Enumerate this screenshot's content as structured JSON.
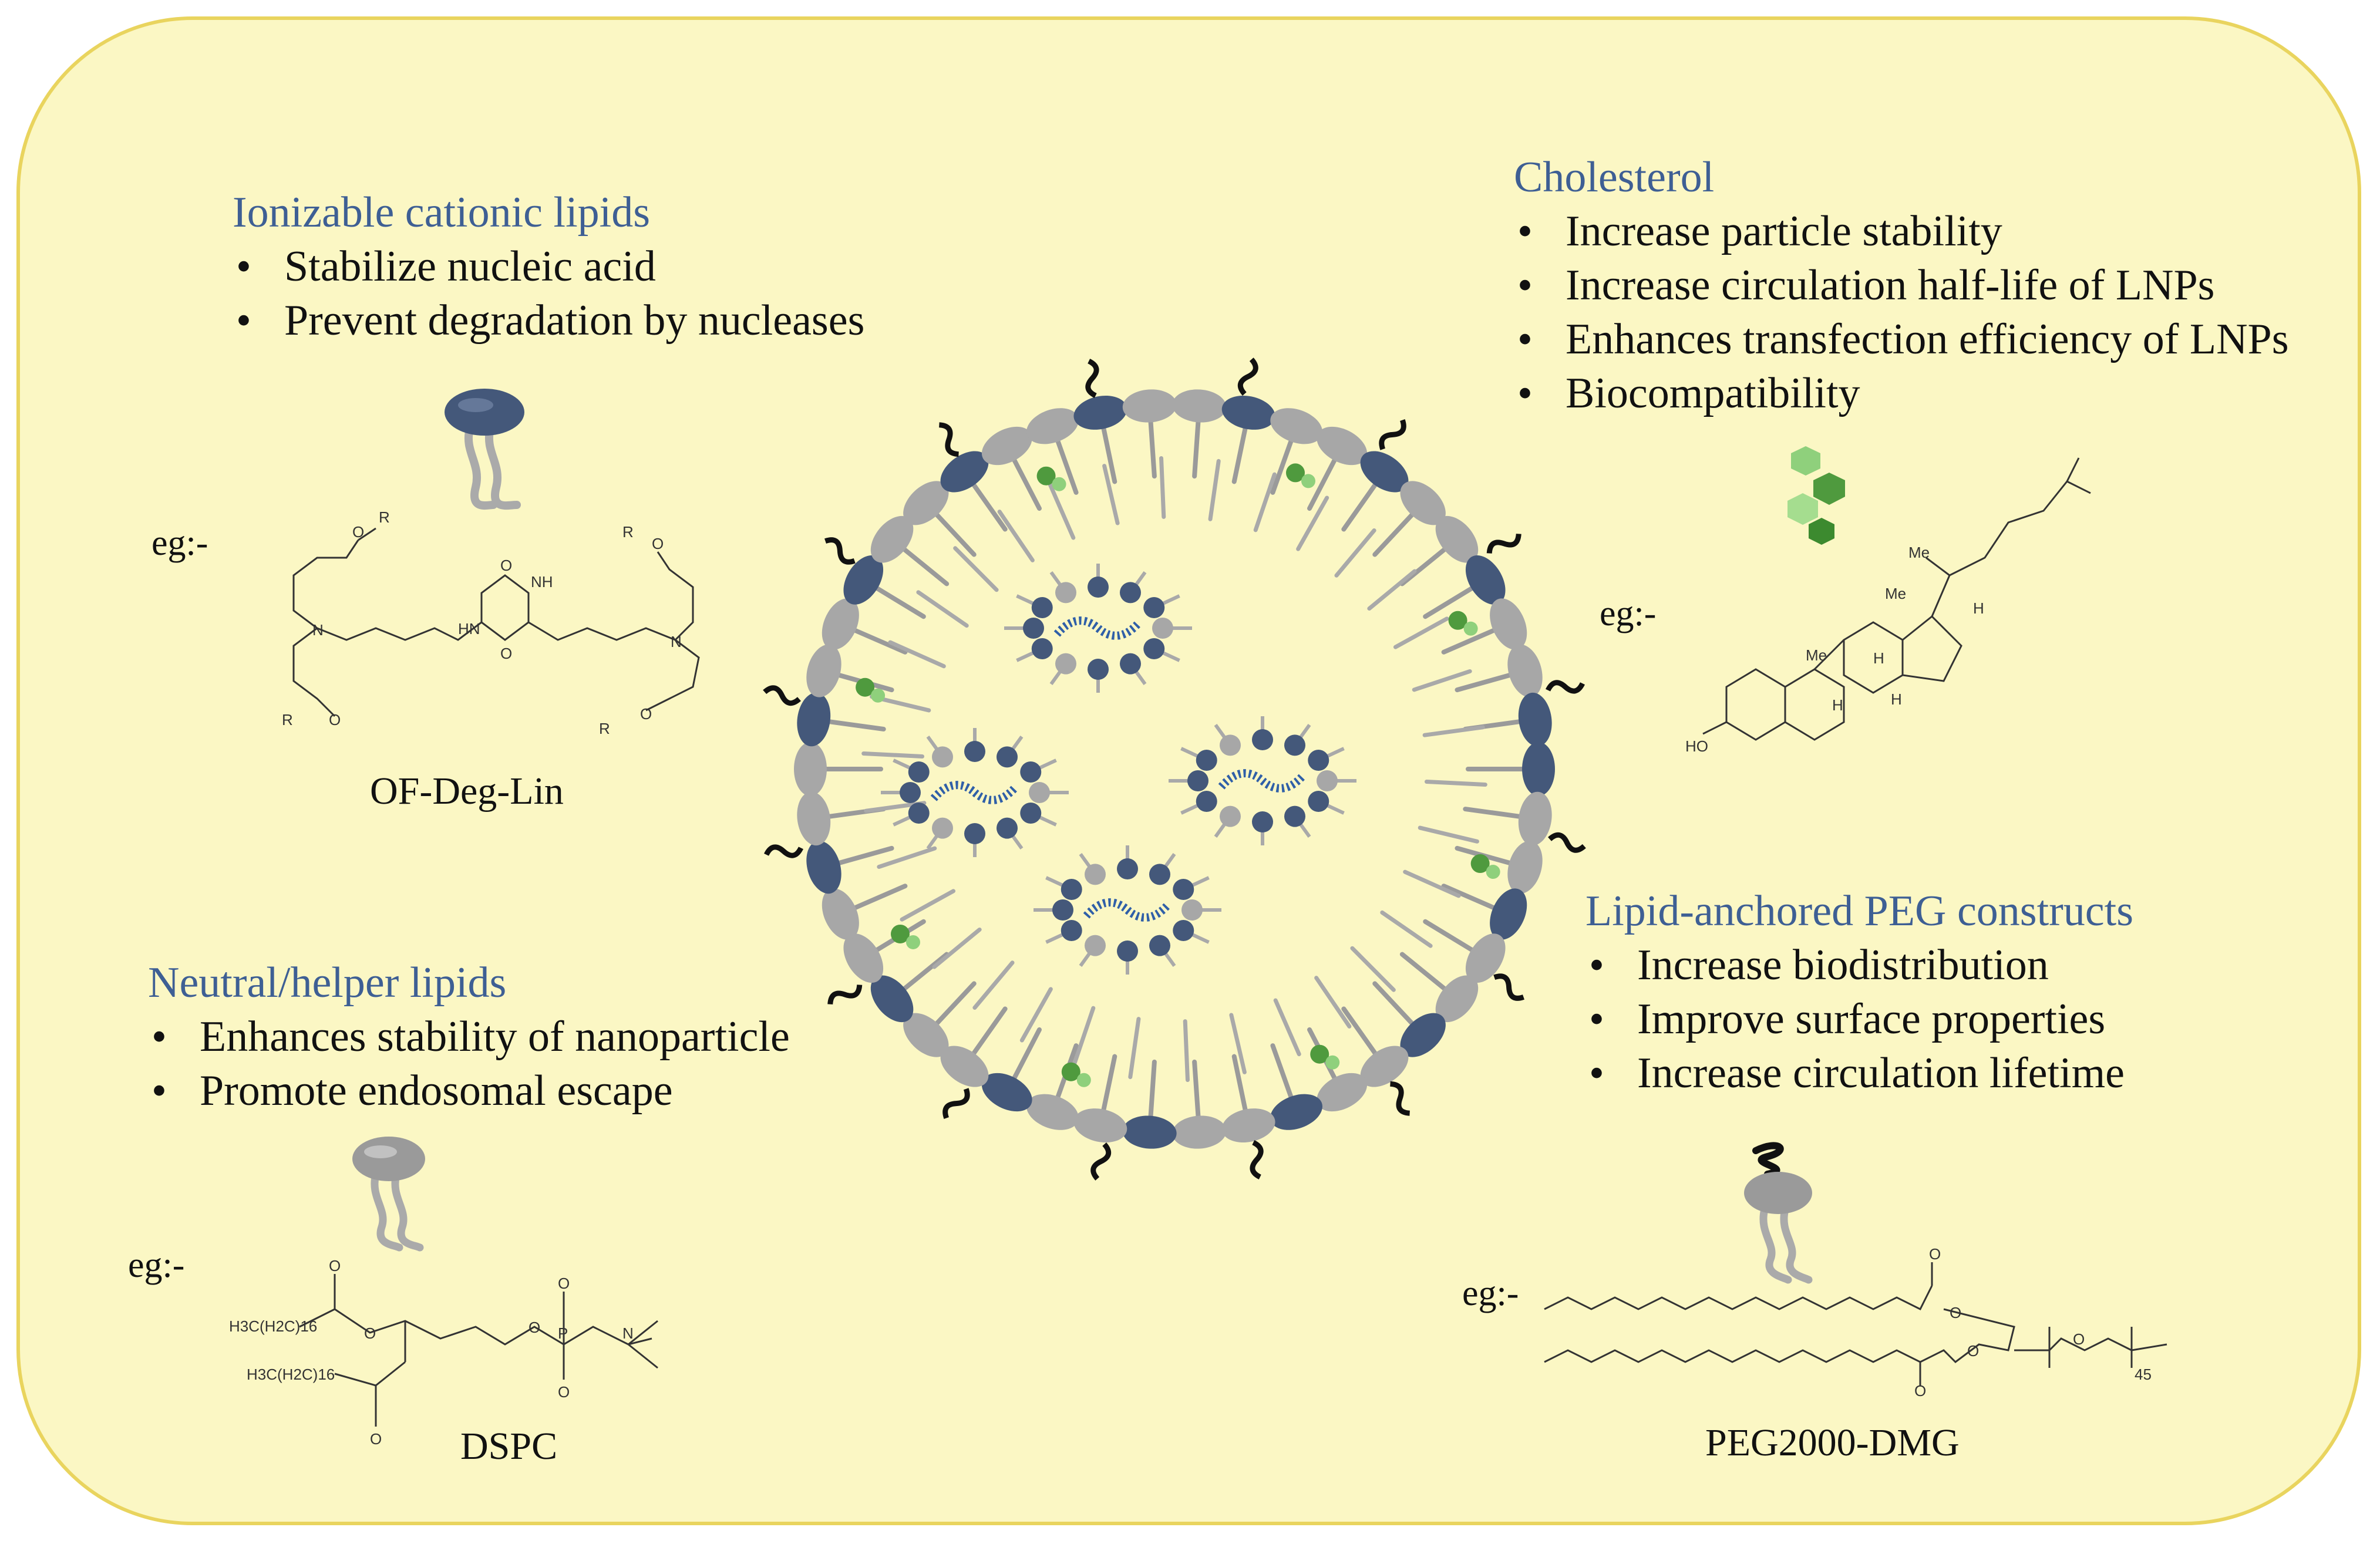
{
  "sections": {
    "ionizable": {
      "title": "Ionizable cationic lipids",
      "bullets": [
        "Stabilize nucleic acid",
        "Prevent degradation by nucleases"
      ],
      "eg": "eg:-",
      "example_name": "OF-Deg-Lin",
      "example_atoms": [
        "O",
        "O",
        "O",
        "O",
        "R",
        "R",
        "R",
        "R",
        "N",
        "N",
        "O",
        "O",
        "HN",
        "NH"
      ]
    },
    "cholesterol": {
      "title": "Cholesterol",
      "bullets": [
        "Increase particle stability",
        "Increase circulation half-life of LNPs",
        "Enhances transfection efficiency of LNPs",
        "Biocompatibility"
      ],
      "eg": "eg:-",
      "example_atoms": [
        "Me",
        "Me",
        "Me",
        "H",
        "H",
        "H",
        "H",
        "HO"
      ]
    },
    "helper": {
      "title": "Neutral/helper lipids",
      "bullets": [
        "Enhances stability of nanoparticle",
        "Promote endosomal escape"
      ],
      "eg": "eg:-",
      "example_name": "DSPC",
      "example_atoms": [
        "O",
        "O",
        "O",
        "O",
        "P",
        "O",
        "O",
        "N",
        "H3C(H2C)16",
        "H3C(H2C)16"
      ]
    },
    "peg": {
      "title": "Lipid-anchored PEG constructs",
      "bullets": [
        "Increase biodistribution",
        "Improve surface properties",
        "Increase circulation lifetime"
      ],
      "eg": "eg:-",
      "example_name": "PEG2000-DMG",
      "example_atoms": [
        "O",
        "O",
        "O",
        "O",
        "O",
        "45"
      ]
    }
  },
  "colors": {
    "background": "#fbf7c4",
    "border": "#e9d45e",
    "heading": "#3e5f94",
    "ionizable_head": "#44587a",
    "helper_head": "#9a9a9a",
    "cholesterol": "#4f9a3e",
    "rna": "#2f5fa8"
  }
}
